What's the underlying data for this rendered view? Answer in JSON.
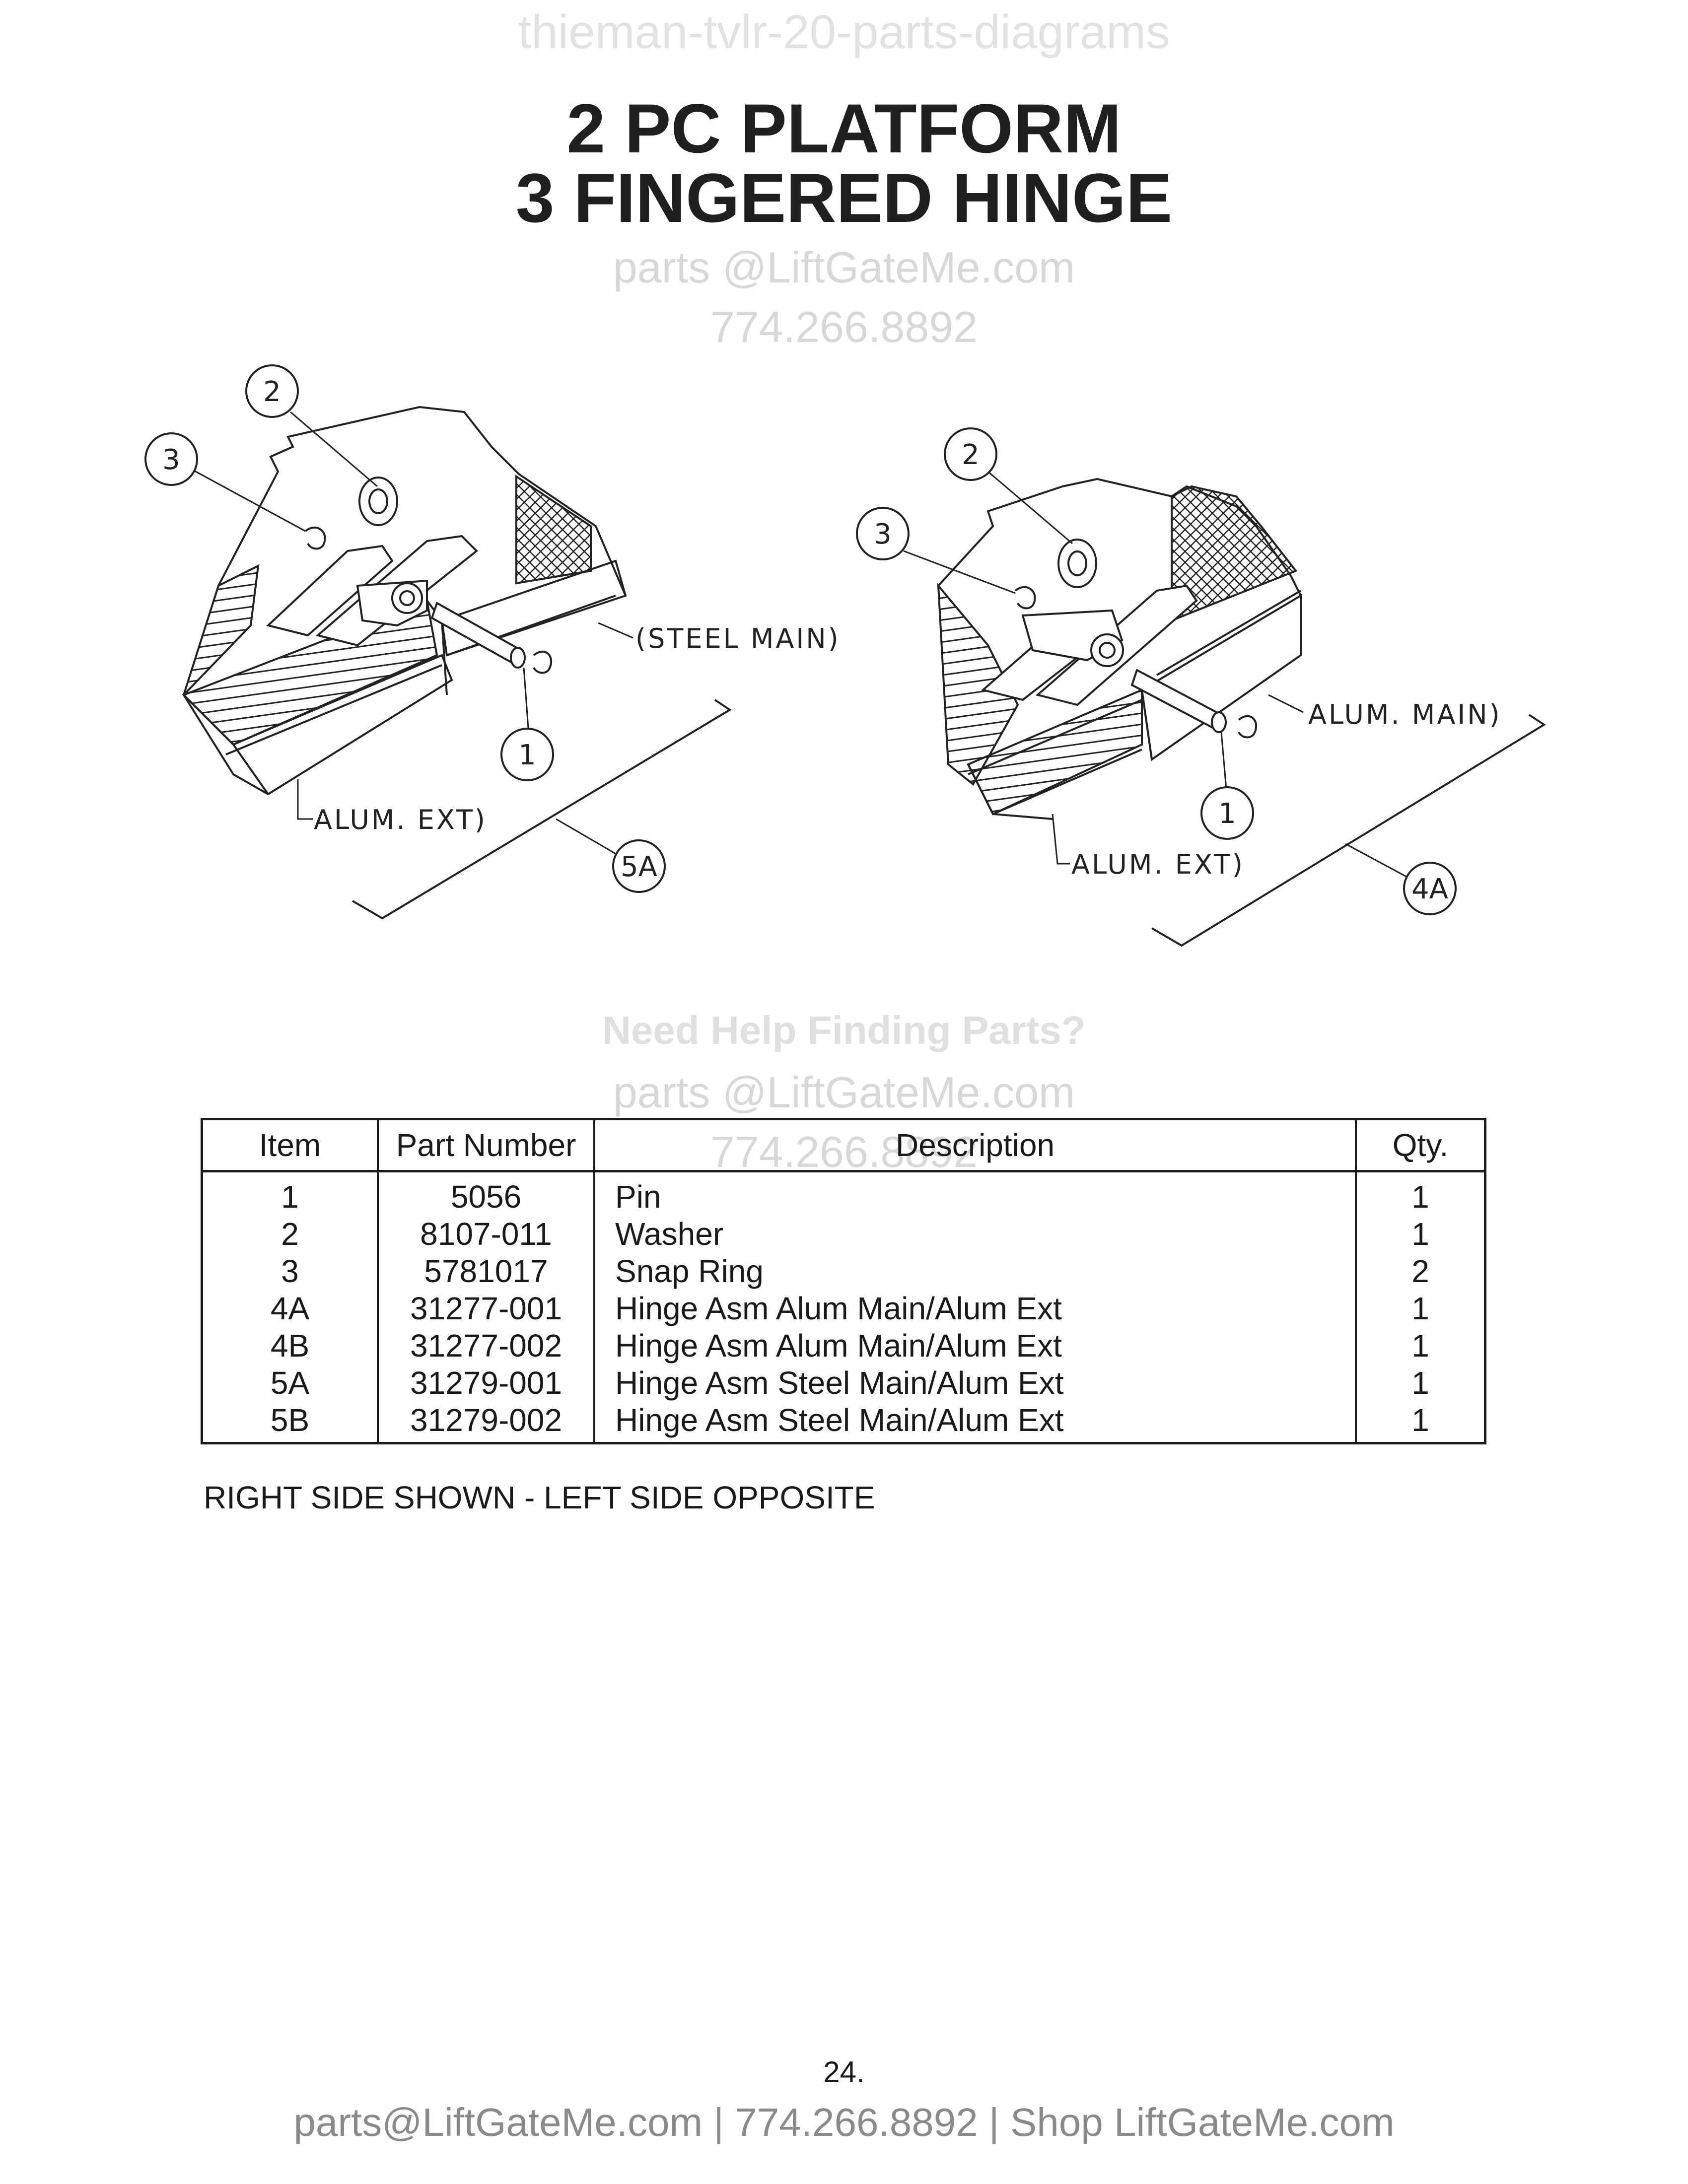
{
  "watermarks": {
    "top": "thieman-tvlr-20-parts-diagrams",
    "help_title": "Need Help Finding Parts?",
    "email": "parts @LiftGateMe.com",
    "phone": "774.266.8892"
  },
  "title": {
    "line1": "2 PC PLATFORM",
    "line2": "3 FINGERED HINGE"
  },
  "diagram_left": {
    "callouts": {
      "c2": "2",
      "c3": "3",
      "c1": "1",
      "c5a": "5A"
    },
    "labels": {
      "main": "(STEEL MAIN)",
      "ext": "ALUM. EXT)"
    }
  },
  "diagram_right": {
    "callouts": {
      "c2": "2",
      "c3": "3",
      "c1": "1",
      "c4a": "4A"
    },
    "labels": {
      "main": "ALUM. MAIN)",
      "ext": "ALUM. EXT)"
    }
  },
  "table": {
    "headers": {
      "item": "Item",
      "part": "Part Number",
      "desc": "Description",
      "qty": "Qty."
    },
    "rows": [
      {
        "item": "1",
        "part": "5056",
        "desc": "Pin",
        "qty": "1"
      },
      {
        "item": "2",
        "part": "8107-011",
        "desc": "Washer",
        "qty": "1"
      },
      {
        "item": "3",
        "part": "5781017",
        "desc": "Snap Ring",
        "qty": "2"
      },
      {
        "item": "4A",
        "part": "31277-001",
        "desc": "Hinge Asm Alum Main/Alum Ext",
        "qty": "1"
      },
      {
        "item": "4B",
        "part": "31277-002",
        "desc": "Hinge Asm Alum Main/Alum Ext",
        "qty": "1"
      },
      {
        "item": "5A",
        "part": "31279-001",
        "desc": "Hinge Asm Steel Main/Alum Ext",
        "qty": "1"
      },
      {
        "item": "5B",
        "part": "31279-002",
        "desc": "Hinge Asm Steel Main/Alum Ext",
        "qty": "1"
      }
    ]
  },
  "note": "RIGHT SIDE SHOWN - LEFT SIDE OPPOSITE",
  "page_number": "24.",
  "footer": "parts@LiftGateMe.com | 774.266.8892 | Shop LiftGateMe.com"
}
